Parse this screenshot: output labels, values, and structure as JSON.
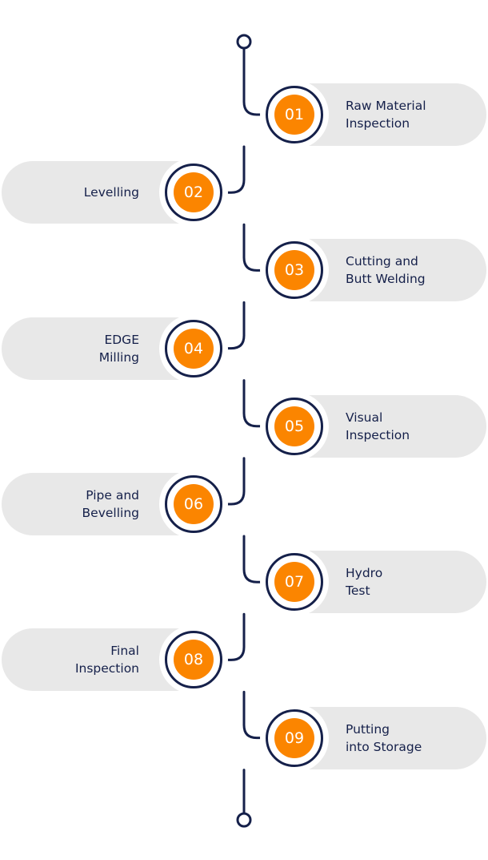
{
  "diagram": {
    "type": "vertical-process-timeline",
    "colors": {
      "line": "#15204a",
      "accent": "#fb8500",
      "pill": "#e8e8e8",
      "text": "#15204a"
    },
    "steps": [
      {
        "number": "01",
        "lines": [
          "Raw Material",
          "Inspection"
        ],
        "side": "right"
      },
      {
        "number": "02",
        "lines": [
          "Levelling"
        ],
        "side": "left"
      },
      {
        "number": "03",
        "lines": [
          "Cutting and",
          "Butt Welding"
        ],
        "side": "right"
      },
      {
        "number": "04",
        "lines": [
          "EDGE",
          "Milling"
        ],
        "side": "left"
      },
      {
        "number": "05",
        "lines": [
          "Visual",
          "Inspection"
        ],
        "side": "right"
      },
      {
        "number": "06",
        "lines": [
          "Pipe and",
          "Bevelling"
        ],
        "side": "left"
      },
      {
        "number": "07",
        "lines": [
          "Hydro",
          "Test"
        ],
        "side": "right"
      },
      {
        "number": "08",
        "lines": [
          "Final",
          "Inspection"
        ],
        "side": "left"
      },
      {
        "number": "09",
        "lines": [
          "Putting",
          "into Storage"
        ],
        "side": "right"
      }
    ]
  }
}
